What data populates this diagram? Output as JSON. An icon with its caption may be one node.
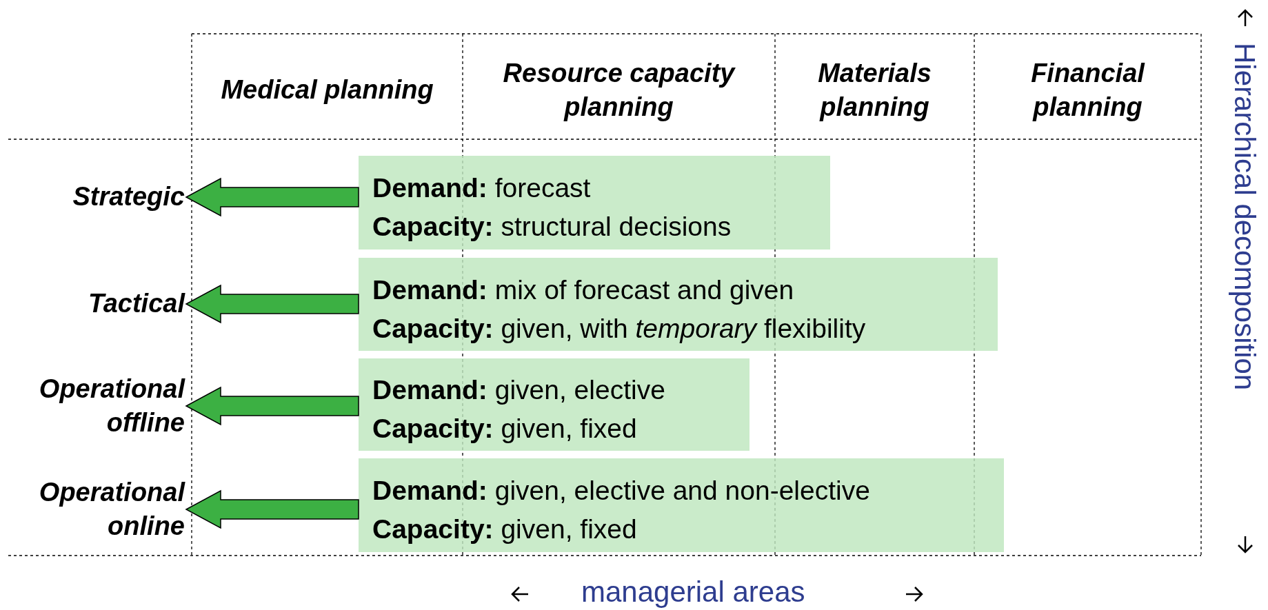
{
  "diagram": {
    "nodes": [
      {
        "text": [
          "Strategic"
        ]
      },
      {
        "text": [
          "**Demand:** forecast",
          "**Capacity:** structural decisions"
        ]
      },
      {
        "text": [
          "Tactical"
        ]
      },
      {
        "text": [
          "**Demand:** mix of forecast and given",
          "**Capacity:** given, with *temporary* flexibility"
        ]
      },
      {
        "text": [
          "Operational offline"
        ]
      },
      {
        "text": [
          "**Demand:** given, elective",
          "**Capacity:** given, fixed"
        ]
      },
      {
        "text": [
          "Operational online"
        ]
      },
      {
        "text": [
          "**Demand:** given, elective and non-elective",
          "**Capacity:** given, fixed"
        ]
      }
    ],
    "edges": [
      {
        "from": 1,
        "to": 0,
        "arrow": "to"
      },
      {
        "from": 3,
        "to": 2,
        "arrow": "to"
      },
      {
        "from": 5,
        "to": 4,
        "arrow": "to"
      },
      {
        "from": 7,
        "to": 6,
        "arrow": "to"
      }
    ],
    "labels": [
      "Medical planning",
      "Resource capacity planning",
      "Materials planning",
      "Financial planning",
      "Hierarchical decomposition",
      "managerial areas"
    ]
  }
}
